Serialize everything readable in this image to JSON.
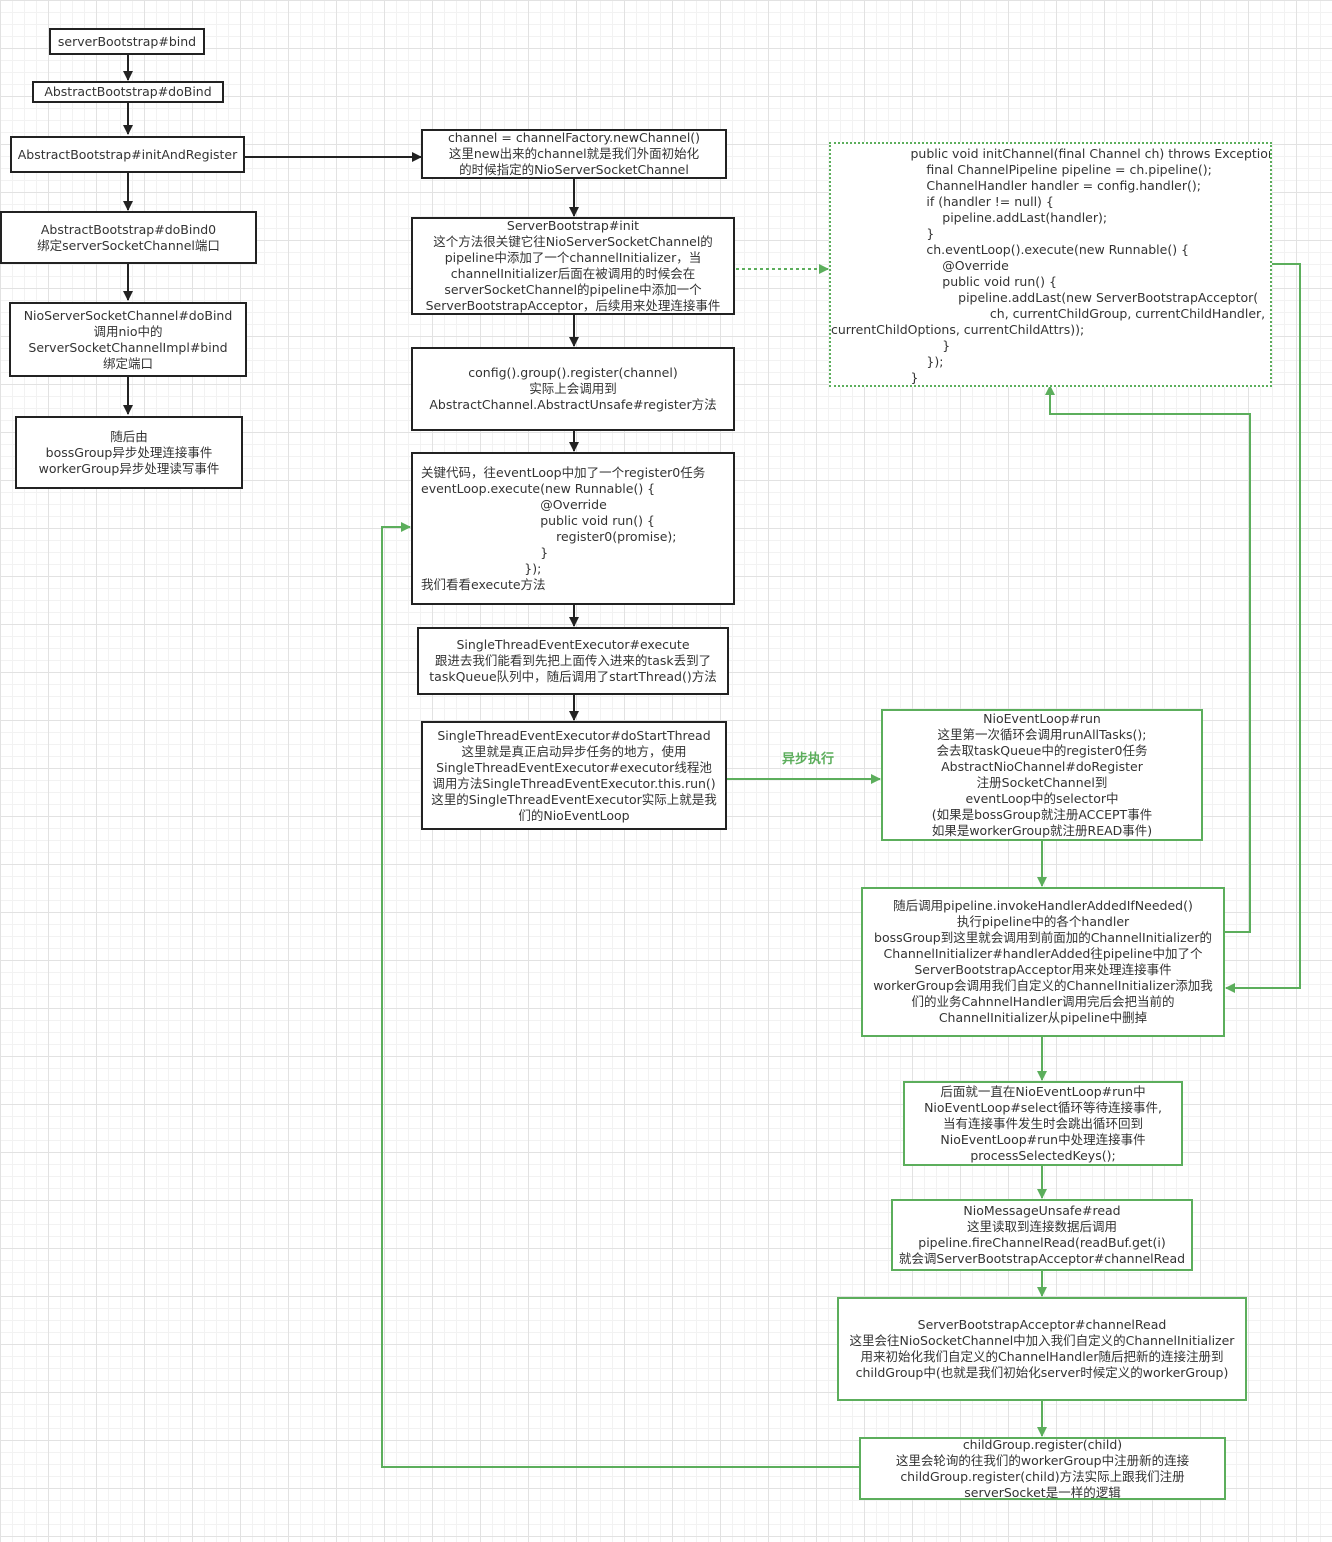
{
  "colors": {
    "black_edge": "#222222",
    "green_edge": "#5cae5c"
  },
  "nodes": {
    "bind": "serverBootstrap#bind",
    "doBind": "AbstractBootstrap#doBind",
    "initAndRegister": "AbstractBootstrap#initAndRegister",
    "doBind0": "AbstractBootstrap#doBind0\n绑定serverSocketChannel端口",
    "nioDoBind": "NioServerSocketChannel#doBind\n调用nio中的\nServerSocketChannelImpl#bind\n绑定端口",
    "afterwards": "随后由\nbossGroup异步处理连接事件\nworkerGroup异步处理读写事件",
    "newChannel": "channel = channelFactory.newChannel()\n这里new出来的channel就是我们外面初始化\n的时候指定的NioServerSocketChannel",
    "sbInit": "ServerBootstrap#init\n这个方法很关键它往NioServerSocketChannel的\npipeline中添加了一个channelInitializer，当\nchannelInitializer后面在被调用的时候会在\nserverSocketChannel的pipeline中添加一个\nServerBootstrapAcceptor，后续用来处理连接事件",
    "register": "config().group().register(channel)\n实际上会调用到\nAbstractChannel.AbstractUnsafe#register方法",
    "keyCode": "关键代码，往eventLoop中加了一个register0任务\neventLoop.execute(new Runnable() {\n                              @Override\n                              public void run() {\n                                  register0(promise);\n                              }\n                          });\n我们看看execute方法",
    "execute": "SingleThreadEventExecutor#execute\n跟进去我们能看到先把上面传入进来的task丢到了\ntaskQueue队列中，随后调用了startThread()方法",
    "doStartThread": "SingleThreadEventExecutor#doStartThread\n这里就是真正启动异步任务的地方，使用\nSingleThreadEventExecutor#executor线程池\n调用方法SingleThreadEventExecutor.this.run()\n这里的SingleThreadEventExecutor实际上就是我\n们的NioEventLoop",
    "initChannelCode": "                    public void initChannel(final Channel ch) throws Exception {\n                        final ChannelPipeline pipeline = ch.pipeline();\n                        ChannelHandler handler = config.handler();\n                        if (handler != null) {\n                            pipeline.addLast(handler);\n                        }\n                        ch.eventLoop().execute(new Runnable() {\n                            @Override\n                            public void run() {\n                                pipeline.addLast(new ServerBootstrapAcceptor(\n                                        ch, currentChildGroup, currentChildHandler,\ncurrentChildOptions, currentChildAttrs));\n                            }\n                        });\n                    }",
    "nioRun": "NioEventLoop#run\n这里第一次循环会调用runAllTasks();\n会去取taskQueue中的register0任务\nAbstractNioChannel#doRegister\n注册SocketChannel到\neventLoop中的selector中\n(如果是bossGroup就注册ACCEPT事件\n如果是workerGroup就注册READ事件)",
    "invokeHandler": "随后调用pipeline.invokeHandlerAddedIfNeeded()\n执行pipeline中的各个handler\nbossGroup到这里就会调用到前面加的ChannelInitializer的\nChannelInitializer#handlerAdded往pipeline中加了个\nServerBootstrapAcceptor用来处理连接事件\nworkerGroup会调用我们自定义的ChannelInitializer添加我\n们的业务CahnnelHandler调用完后会把当前的\nChannelInitializer从pipeline中删掉",
    "selectLoop": "后面就一直在NioEventLoop#run中\nNioEventLoop#select循环等待连接事件,\n当有连接事件发生时会跳出循环回到\nNioEventLoop#run中处理连接事件\nprocessSelectedKeys();",
    "unsafeRead": "NioMessageUnsafe#read\n这里读取到连接数据后调用\npipeline.fireChannelRead(readBuf.get(i)\n就会调ServerBootstrapAcceptor#channelRead",
    "acceptorRead": "ServerBootstrapAcceptor#channelRead\n这里会往NioSocketChannel中加入我们自定义的ChannelInitializer\n用来初始化我们自定义的ChannelHandler随后把新的连接注册到\nchildGroup中(也就是我们初始化server时候定义的workerGroup)",
    "childRegister": "childGroup.register(child)\n这里会轮询的往我们的workerGroup中注册新的连接\nchildGroup.register(child)方法实际上跟我们注册\nserverSocket是一样的逻辑"
  },
  "edge_labels": {
    "async": "异步执行"
  }
}
